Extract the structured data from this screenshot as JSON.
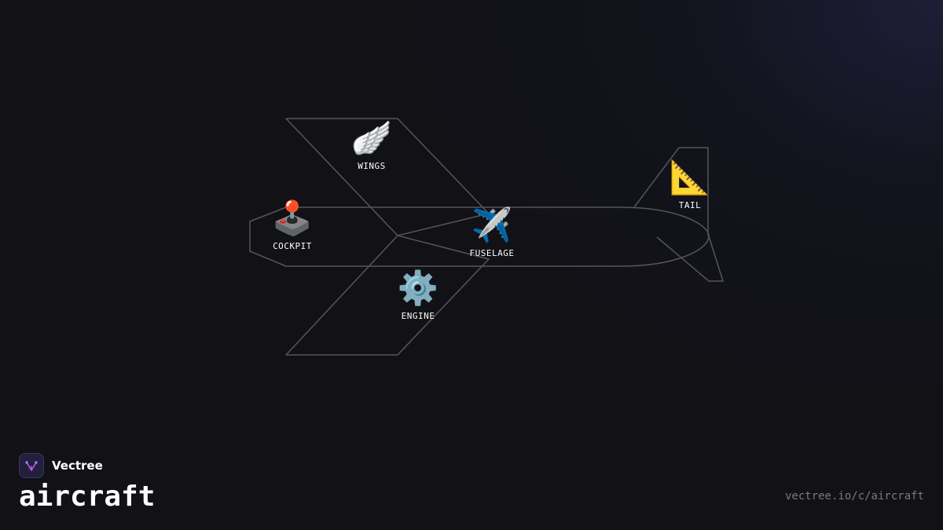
{
  "brand": {
    "name": "Vectree",
    "logo_icon": "tree-logo-icon",
    "accent": "#b05cf0"
  },
  "title": "aircraft",
  "url": "vectree.io/c/aircraft",
  "parts": [
    {
      "id": "wings",
      "label": "WINGS",
      "emoji": "🪽",
      "icon": "wing-icon"
    },
    {
      "id": "cockpit",
      "label": "COCKPIT",
      "emoji": "🕹️",
      "icon": "joystick-icon"
    },
    {
      "id": "fuselage",
      "label": "FUSELAGE",
      "emoji": "✈️",
      "icon": "airplane-icon"
    },
    {
      "id": "engine",
      "label": "ENGINE",
      "emoji": "⚙️",
      "icon": "gear-icon"
    },
    {
      "id": "tail",
      "label": "TAIL",
      "emoji": "📐",
      "icon": "triangle-ruler-icon"
    }
  ],
  "colors": {
    "background": "#111116",
    "outline": "#55555c",
    "label": "#ffffff",
    "url": "#7a7a82"
  }
}
